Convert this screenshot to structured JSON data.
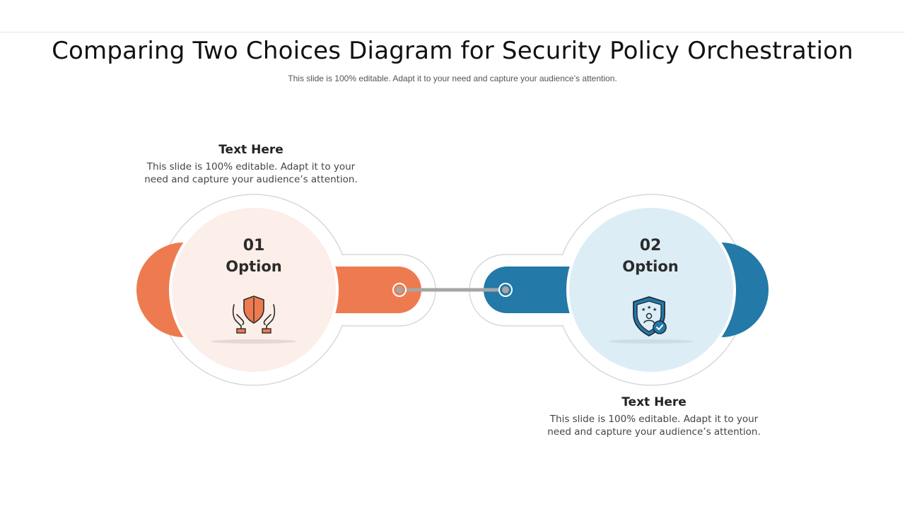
{
  "slide": {
    "title": "Comparing Two Choices Diagram for Security Policy Orchestration",
    "subtitle": "This slide is 100% editable. Adapt it to your need and capture your audience’s attention."
  },
  "options": [
    {
      "number": "01",
      "label": "Option",
      "accent_color": "#EE7B4F",
      "circle_color": "#FCEEE8",
      "icon": "shield-in-hands-icon",
      "note_heading": "Text Here",
      "note_body_line1": "This slide is 100% editable. Adapt it to your",
      "note_body_line2": "need and capture your audience’s attention."
    },
    {
      "number": "02",
      "label": "Option",
      "accent_color": "#2379A8",
      "circle_color": "#DCEDF6",
      "icon": "shield-badge-check-icon",
      "note_heading": "Text Here",
      "note_body_line1": "This slide is 100% editable. Adapt it to your",
      "note_body_line2": "need and capture your audience’s attention."
    }
  ],
  "connector_color": "#A6A6A6"
}
